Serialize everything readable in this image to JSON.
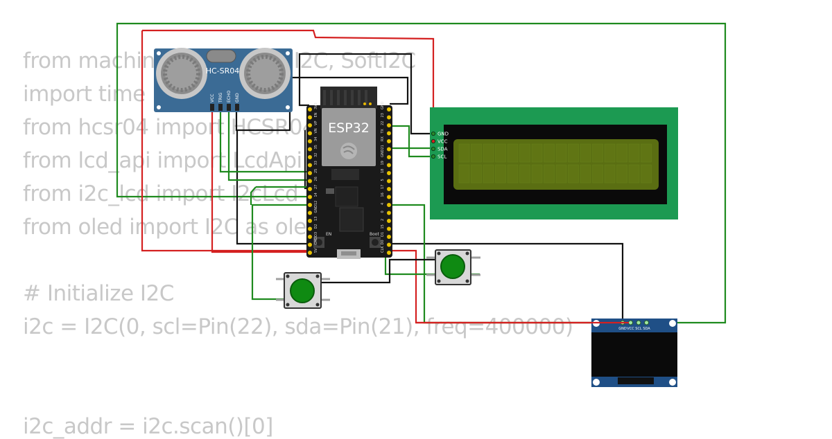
{
  "code": {
    "lines": [
      "from machine import Pin, I2C, SoftI2C",
      "import time",
      "from hcsr04 import HCSR04",
      "from lcd_api import LcdApi",
      "from i2c_lcd import I2cLcd",
      "from oled import I2C as oled",
      "",
      "# Initialize I2C",
      "i2c = I2C(0, scl=Pin(22), sda=Pin(21), freq=400000)",
      "",
      "",
      "i2c_addr = i2c.scan()[0]"
    ]
  },
  "sensor": {
    "name": "HC-SR04",
    "pins": [
      "VCC",
      "TRIG",
      "ECHO",
      "GND"
    ]
  },
  "mcu": {
    "name": "ESP32",
    "left_pins": [
      "3V3",
      "EN",
      "VP",
      "VN",
      "34",
      "35",
      "32",
      "33",
      "25",
      "26",
      "27",
      "14",
      "12",
      "GND",
      "13",
      "D2",
      "D3",
      "CMD",
      "5V"
    ],
    "right_pins": [
      "GND",
      "23",
      "22",
      "TX",
      "RX",
      "21",
      "GND",
      "19",
      "18",
      "5",
      "17",
      "16",
      "4",
      "0",
      "2",
      "15",
      "D1",
      "D0",
      "CLK"
    ],
    "buttons": [
      "EN",
      "Boot"
    ]
  },
  "lcd": {
    "pins": [
      "GND",
      "VCC",
      "SDA",
      "SCL"
    ]
  },
  "oled": {
    "pins": [
      "GND",
      "VCC",
      "SCL",
      "SDA"
    ]
  },
  "colors": {
    "wire_red": "#d42020",
    "wire_green": "#1e8a1e",
    "wire_black": "#111111",
    "lcd_board": "#1c9a52",
    "lcd_screen": "#5a6e12",
    "sensor_board": "#3b6b95",
    "button_cap": "#0f8a12",
    "oled_board": "#1f4f86"
  }
}
